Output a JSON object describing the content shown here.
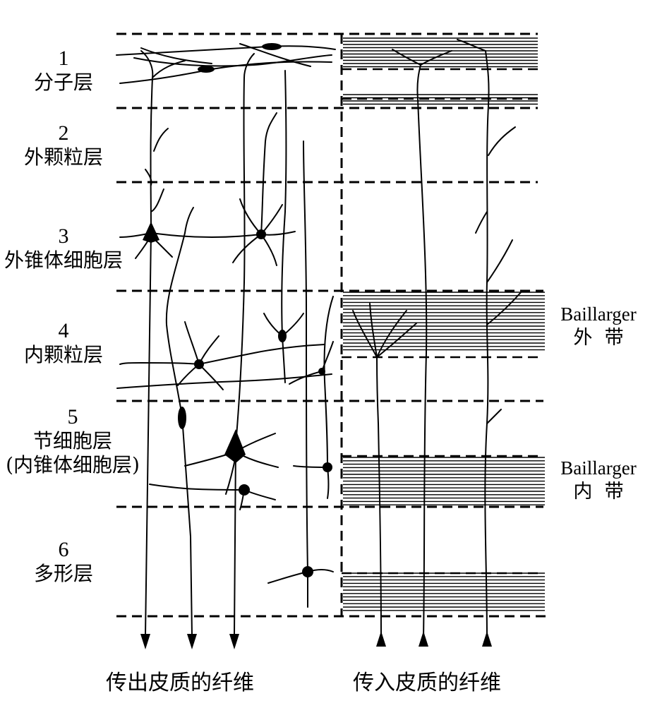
{
  "layers": [
    {
      "number": "1",
      "name": "分子层"
    },
    {
      "number": "2",
      "name": "外颗粒层"
    },
    {
      "number": "3",
      "name": "外锥体细胞层"
    },
    {
      "number": "4",
      "name": "内颗粒层"
    },
    {
      "number": "5",
      "name": "节细胞层",
      "subname": "(内锥体细胞层)"
    },
    {
      "number": "6",
      "name": "多形层"
    }
  ],
  "bands": [
    {
      "name": "Baillarger",
      "sub": "外  带"
    },
    {
      "name": "Baillarger",
      "sub": "内  带"
    }
  ],
  "captions": {
    "efferent": "传出皮质的纤维",
    "afferent": "传入皮质的纤维"
  },
  "colors": {
    "ink": "#000000",
    "background": "#ffffff"
  }
}
